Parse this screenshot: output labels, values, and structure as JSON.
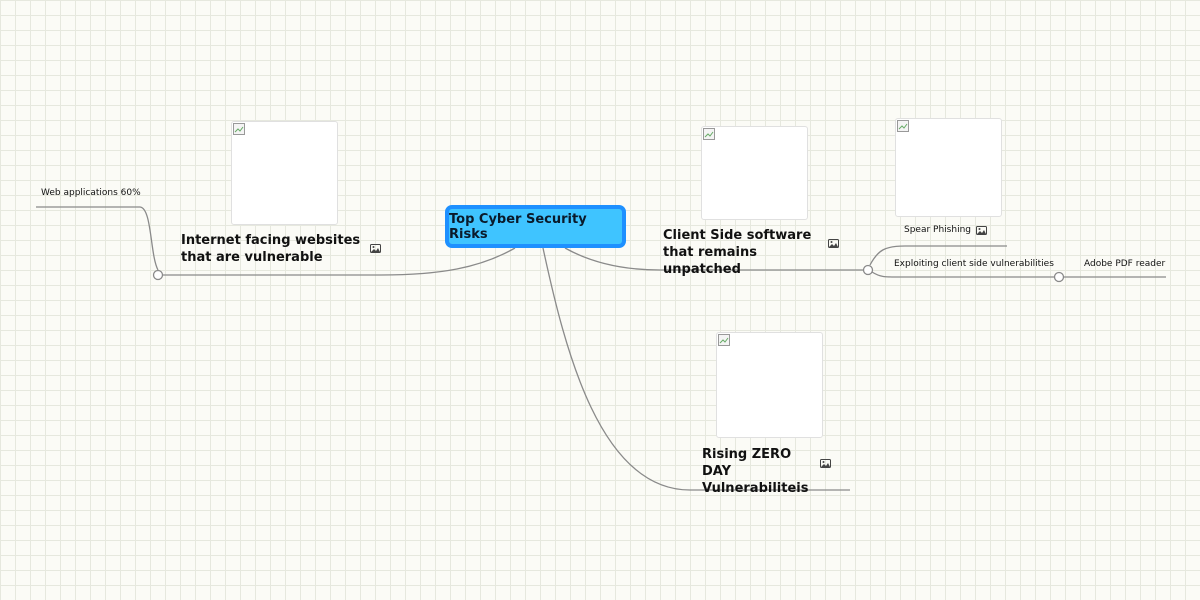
{
  "root": {
    "label": "Top Cyber Security Risks"
  },
  "topics": [
    {
      "label": "Internet facing websites that are vulnerable",
      "icon": "image-icon"
    },
    {
      "label": "Client Side software that remains unpatched",
      "icon": "image-icon"
    },
    {
      "label": "Rising ZERO DAY Vulnerabiliteis",
      "icon": "image-icon"
    }
  ],
  "subtopics": [
    {
      "label": "Web applications 60%"
    },
    {
      "label": "Spear Phishing",
      "icon": "image-icon"
    },
    {
      "label": "Exploiting client side vulnerabilities"
    },
    {
      "label": "Adobe PDF reader"
    }
  ],
  "colors": {
    "root_fill": "#3fc4ff",
    "root_border": "#1e90ff",
    "connector": "#8a8a8a"
  }
}
